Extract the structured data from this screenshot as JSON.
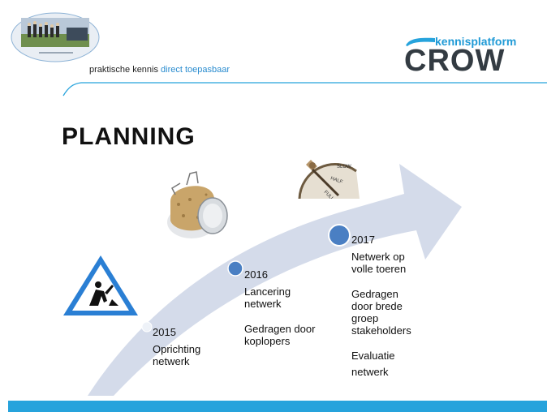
{
  "header": {
    "tagline_plain": "praktische kennis ",
    "tagline_accent": "direct toepasbaar",
    "brand_small": "kennisplatform",
    "brand_large": "CROW"
  },
  "title": "PLANNING",
  "milestones": [
    {
      "year": "2015",
      "lines": [
        "Oprichting",
        "netwerk"
      ]
    },
    {
      "year": "2016",
      "lines": [
        "Lancering",
        "netwerk"
      ],
      "extra": [
        "Gedragen door",
        "koplopers"
      ]
    },
    {
      "year": "2017",
      "lines": [
        "Netwerk op",
        "volle toeren"
      ],
      "extra": [
        "Gedragen",
        "door brede",
        "groep",
        "stakeholders"
      ],
      "extra2": [
        "Evaluatie",
        "netwerk"
      ]
    }
  ],
  "gauge_labels": [
    "SLOW",
    "HALF",
    "FULL"
  ],
  "colors": {
    "accent": "#26a3dc",
    "arrow": "#d4dbea",
    "dot": "#4a7fc3",
    "warning_sign": "#2a7fd4"
  },
  "icons": [
    "team-photo",
    "road-works-sign-icon",
    "champagne-cork-icon",
    "speed-gauge-icon"
  ]
}
